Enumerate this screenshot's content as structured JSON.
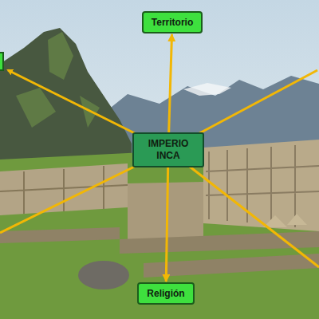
{
  "diagram": {
    "nodes": [
      {
        "text": [
          "IMPERIO INCA"
        ]
      },
      {
        "text": [
          "Territorio"
        ]
      },
      {
        "text": [
          "Religión"
        ]
      }
    ],
    "edges": [
      {
        "from": 0,
        "to": 1,
        "arrow": "to"
      },
      {
        "from": 0,
        "to": 2,
        "arrow": "to"
      }
    ]
  }
}
